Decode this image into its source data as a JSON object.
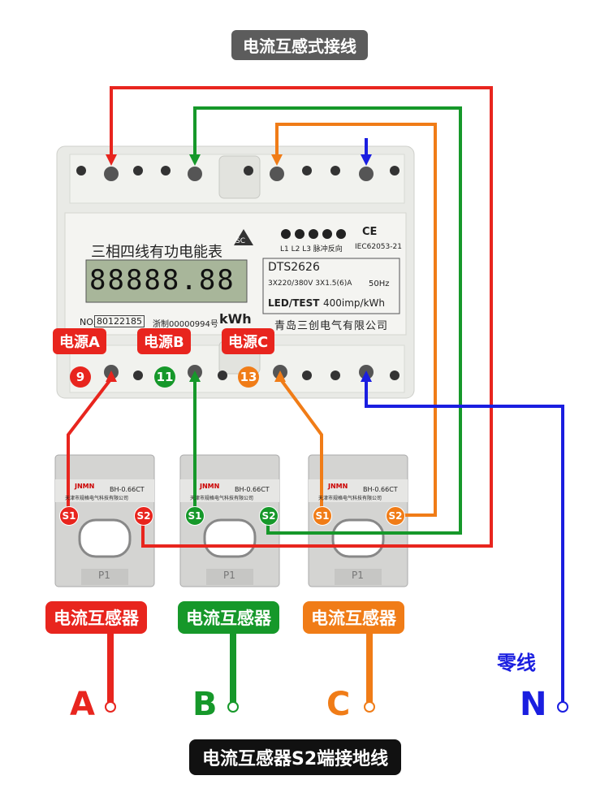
{
  "title": "电流互感式接线",
  "footer": "电流互感器S2端接地线",
  "meter": {
    "name": "三相四线有功电能表",
    "display": "88888.88",
    "model": "DTS2626",
    "rating": "3X220/380V  3X1.5(6)A",
    "freq": "50Hz",
    "led": "LED/TEST",
    "imp": "400imp/kWh",
    "serial_prefix": "NO.",
    "serial": "80122185",
    "cert": "浙制00000994号",
    "unit": "kWh",
    "maker": "青岛三创电气有限公司",
    "indicators": "L1  L2  L3  脉冲反向",
    "standard": "IEC62053-21",
    "ce": "CE",
    "logo": "SC",
    "terminals": [
      "9",
      "11",
      "13"
    ]
  },
  "power_labels": [
    "电源A",
    "电源B",
    "电源C"
  ],
  "ct": {
    "brand": "JNMN",
    "model": "BH-0.66CT",
    "company": "天津市规格电气科技有限公司",
    "p1": "P1",
    "s1": "S1",
    "s2": "S2",
    "label": "电流互感器"
  },
  "phases": [
    "A",
    "B",
    "C",
    "N"
  ],
  "neutral_label": "零线",
  "colors": {
    "a": "#e8251e",
    "b": "#16982a",
    "c": "#f07c17",
    "n": "#1a1ee0"
  },
  "icons": [
    "meter-logo-icon",
    "ce-mark-icon",
    "terminal-screw-icon",
    "ct-window-icon"
  ]
}
